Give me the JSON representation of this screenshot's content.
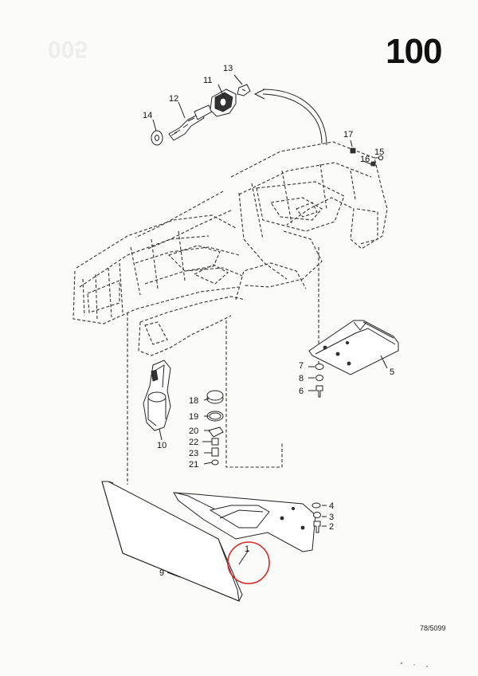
{
  "page": {
    "page_number": "100",
    "ghost_number": "005",
    "drawing_code": "78/5099"
  },
  "callouts": {
    "c1": "1",
    "c2": "2",
    "c3": "3",
    "c4": "4",
    "c5": "5",
    "c6": "6",
    "c7": "7",
    "c8": "8",
    "c9": "9",
    "c10": "10",
    "c11": "11",
    "c12": "12",
    "c13": "13",
    "c14": "14",
    "c15": "15",
    "c16": "16",
    "c17": "17",
    "c18": "18",
    "c19": "19",
    "c20": "20",
    "c21": "21",
    "c22": "22",
    "c23": "23"
  },
  "highlight": {
    "color": "#d62a2a",
    "circled_part": "1"
  }
}
